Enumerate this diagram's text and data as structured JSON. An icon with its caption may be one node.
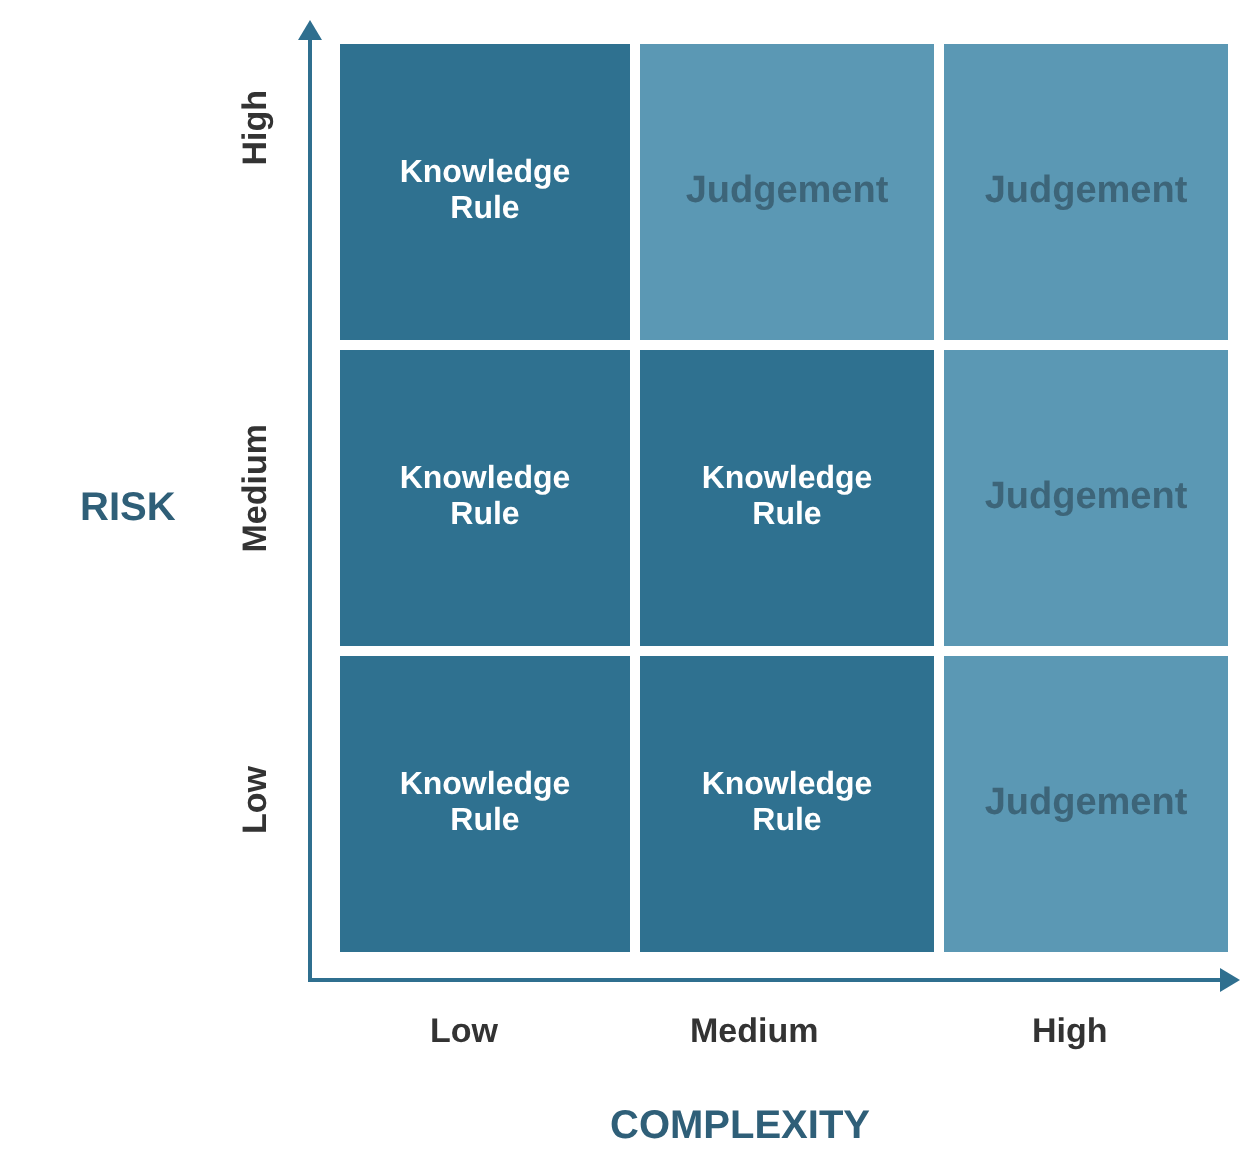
{
  "diagram": {
    "nodes": [
      {
        "text": [
          "Knowledge Rule"
        ]
      },
      {
        "text": [
          "Judgement"
        ]
      },
      {
        "text": [
          "Judgement"
        ]
      },
      {
        "text": [
          "Knowledge Rule"
        ]
      },
      {
        "text": [
          "Knowledge Rule"
        ]
      },
      {
        "text": [
          "Judgement"
        ]
      },
      {
        "text": [
          "Knowledge Rule"
        ]
      },
      {
        "text": [
          "Knowledge Rule"
        ]
      },
      {
        "text": [
          "Judgement"
        ]
      }
    ],
    "labels": [
      "High",
      "Medium",
      "RISK",
      "Low",
      "Low",
      "Medium",
      "High",
      "COMPLEXITY"
    ]
  }
}
